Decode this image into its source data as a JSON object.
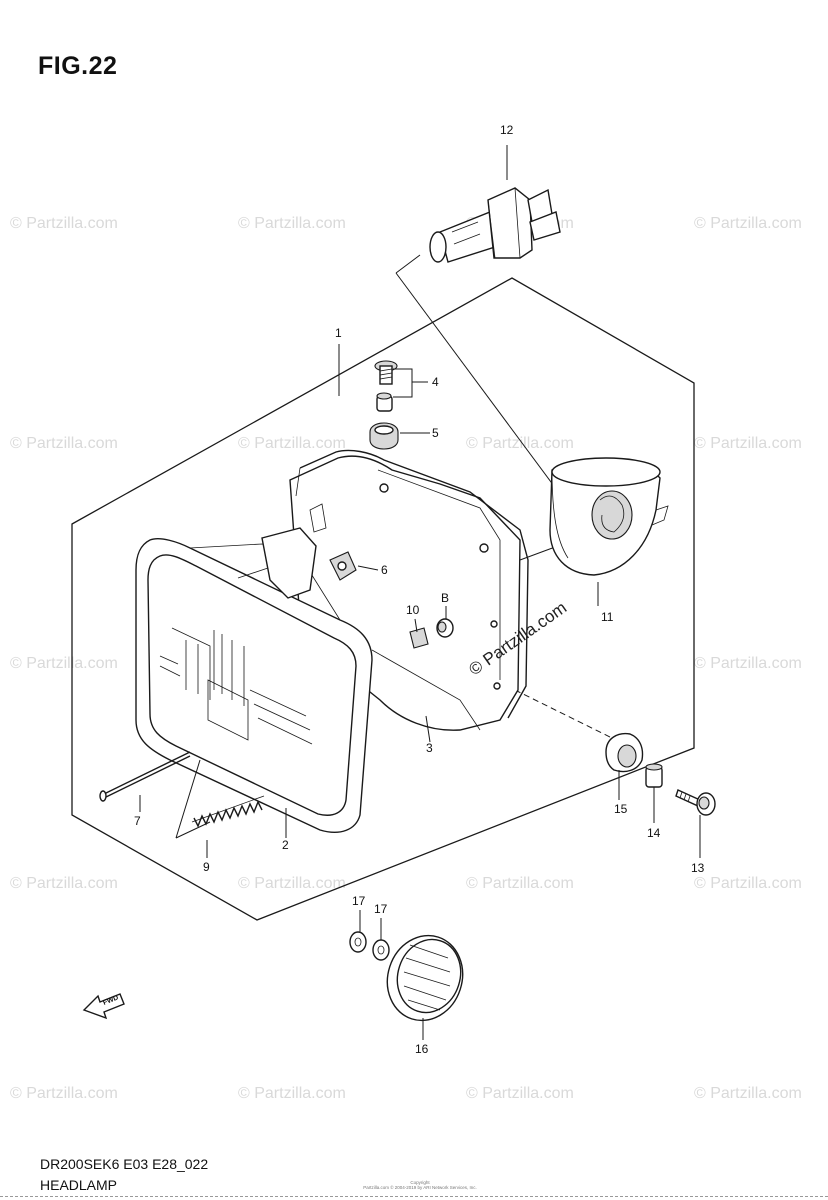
{
  "figure": {
    "title": "FIG.22",
    "model_code": "DR200SEK6 E03 E28_022",
    "section_name": "HEADLAMP",
    "copyright_line1": "Copyright",
    "copyright_line2": "Partzilla.com © 2004-2019 by ARI Network Services, Inc."
  },
  "watermark": {
    "text": "© Partzilla.com",
    "overlay_text": "© Partzilla.com"
  },
  "callouts": [
    {
      "id": "c1",
      "label": "1"
    },
    {
      "id": "c2",
      "label": "2"
    },
    {
      "id": "c3",
      "label": "3"
    },
    {
      "id": "c4",
      "label": "4"
    },
    {
      "id": "c5",
      "label": "5"
    },
    {
      "id": "c6",
      "label": "6"
    },
    {
      "id": "c7",
      "label": "7"
    },
    {
      "id": "c9",
      "label": "9"
    },
    {
      "id": "c10",
      "label": "10"
    },
    {
      "id": "cB",
      "label": "B"
    },
    {
      "id": "c11",
      "label": "11"
    },
    {
      "id": "c12",
      "label": "12"
    },
    {
      "id": "c13",
      "label": "13"
    },
    {
      "id": "c14",
      "label": "14"
    },
    {
      "id": "c15",
      "label": "15"
    },
    {
      "id": "c16",
      "label": "16"
    },
    {
      "id": "c17a",
      "label": "17"
    },
    {
      "id": "c17b",
      "label": "17"
    }
  ],
  "fwd_arrow": {
    "label": "FWD"
  }
}
